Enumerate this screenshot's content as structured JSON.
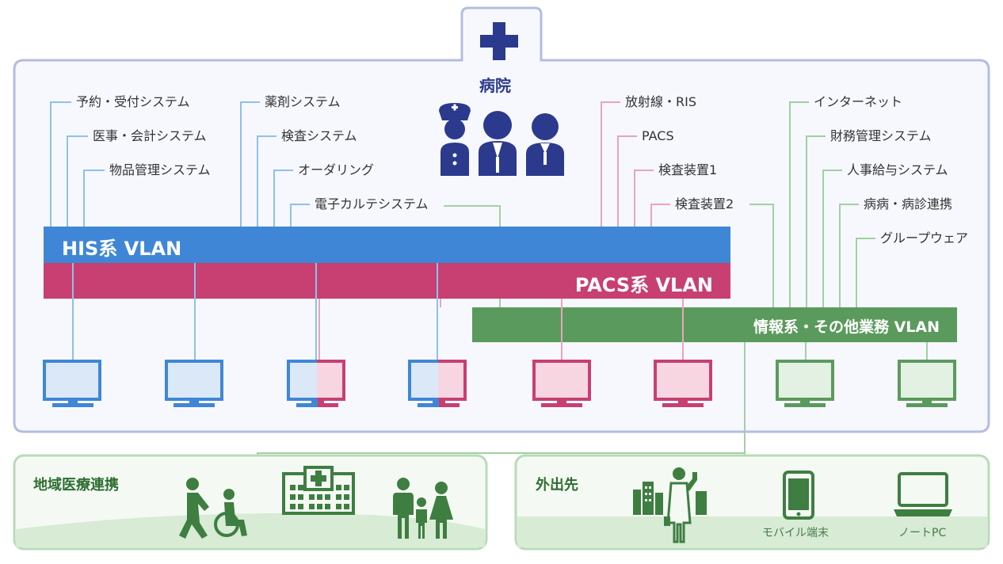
{
  "hospital": {
    "title": "病院",
    "icon": "medical-cross-icon"
  },
  "his_systems": [
    "予約・受付システム",
    "医事・会計システム",
    "物品管理システム",
    "薬剤システム",
    "検査システム",
    "オーダリング",
    "電子カルテシステム"
  ],
  "pacs_systems": [
    "放射線・RIS",
    "PACS",
    "検査装置1",
    "検査装置2"
  ],
  "info_systems": [
    "インターネット",
    "財務管理システム",
    "人事給与システム",
    "病病・病診連携",
    "グループウェア"
  ],
  "vlans": {
    "his": "HIS系 VLAN",
    "pacs": "PACS系 VLAN",
    "info": "情報系・その他業務 VLAN"
  },
  "regional": {
    "title": "地域医療連携"
  },
  "remote": {
    "title": "外出先",
    "mobile_label": "モバイル端末",
    "notebook_label": "ノートPC"
  },
  "colors": {
    "his": "#3f87d6",
    "pacs": "#c83f72",
    "info": "#5b9a5d",
    "navy": "#2b3a8c",
    "frame": "#b4bde0",
    "green_dark": "#3e7e41"
  }
}
